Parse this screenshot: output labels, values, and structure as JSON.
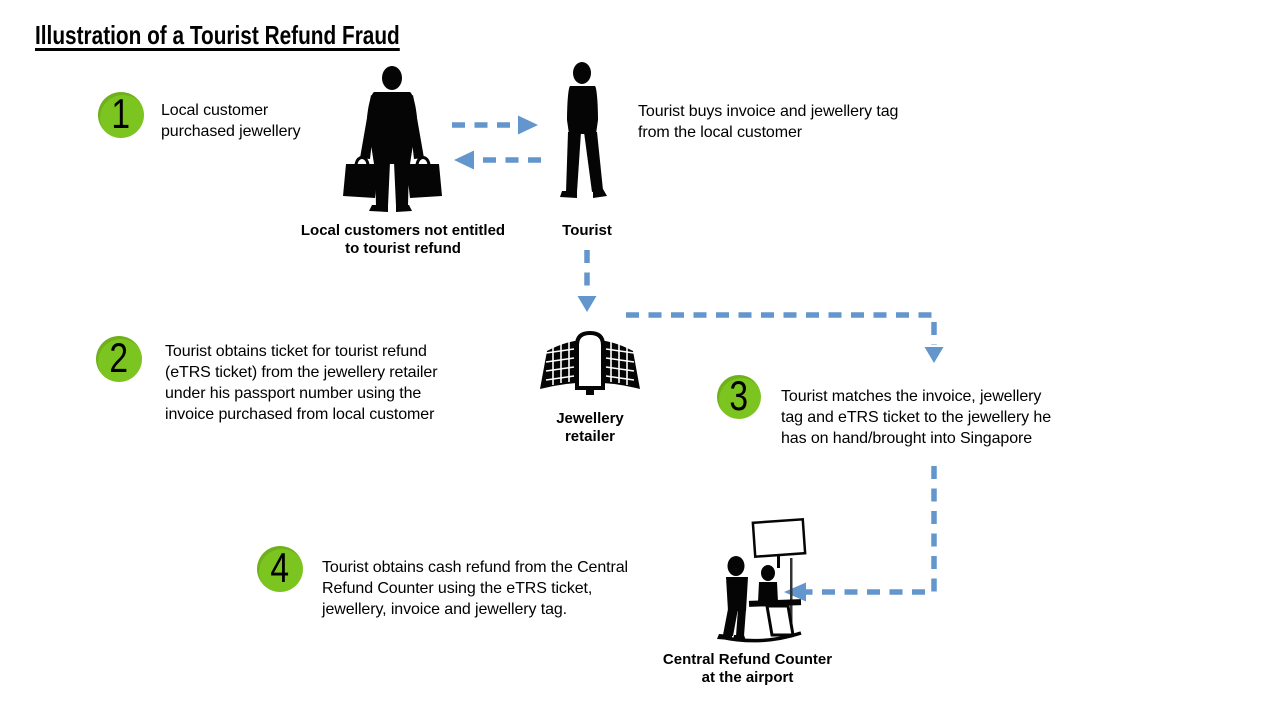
{
  "title": "Illustration of a Tourist Refund Fraud",
  "colors": {
    "step_green": "#7cc41f",
    "arrow_blue": "#6396cc",
    "silhouette": "#050505"
  },
  "steps": [
    {
      "number": "1",
      "lines": [
        "Local customer",
        "purchased jewellery"
      ]
    },
    {
      "number": "2",
      "lines": [
        "Tourist obtains ticket for tourist refund",
        "(eTRS ticket) from the jewellery retailer",
        "under his passport number using the",
        "invoice purchased from local customer"
      ]
    },
    {
      "number": "3",
      "lines": [
        "Tourist matches the invoice, jewellery",
        "tag and eTRS ticket to the jewellery he",
        "has on hand/brought into Singapore"
      ]
    },
    {
      "number": "4",
      "lines": [
        "Tourist obtains cash refund from the Central",
        "Refund Counter using the eTRS ticket,",
        "jewellery, invoice and jewellery tag."
      ]
    }
  ],
  "annotation": {
    "lines": [
      "Tourist buys invoice and jewellery tag",
      "from the local customer"
    ]
  },
  "captions": {
    "local_customer": {
      "lines": [
        "Local customers not entitled",
        "to tourist refund"
      ]
    },
    "tourist": {
      "lines": [
        "Tourist"
      ]
    },
    "jewellery_retailer": {
      "lines": [
        "Jewellery",
        "retailer"
      ]
    },
    "central_refund_counter": {
      "lines": [
        "Central Refund Counter",
        "at the airport"
      ]
    }
  },
  "icons": {
    "local_customer": "man-carrying-shopping-bags-silhouette",
    "tourist": "standing-man-silhouette",
    "exchange": "dashed-arrows-left-right",
    "jewellery_retailer": "shop-building",
    "central_refund_counter": "refund-counter-with-sign"
  }
}
